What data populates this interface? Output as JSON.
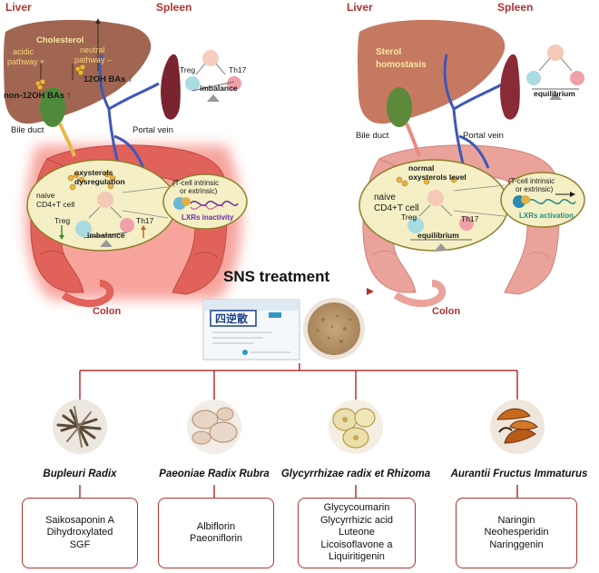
{
  "left_panel": {
    "liver_label": "Liver",
    "spleen_label": "Spleen",
    "cholesterol": "Cholesterol",
    "acidic_pathway_1": "acidic",
    "acidic_pathway_2": "pathway +",
    "neutral_pathway_1": "neutral",
    "neutral_pathway_2": "pathway –",
    "oh_bas": "12OH BAs ↓",
    "non_oh_bas": "non-12OH BAs ↑",
    "bile_duct": "Bile duct",
    "portal_vein": "Portal vein",
    "treg_top": "Treg",
    "th17_top": "Th17",
    "imbalance_top": "imbalance",
    "oxysterols_1": "oxysterols",
    "oxysterols_2": "dysregulation",
    "naive_1": "naive",
    "naive_2": "CD4+T cell",
    "treg_inner": "Treg",
    "th17_inner": "Th17",
    "imbalance_inner": "imbalance",
    "tcell_1": "(T-cell intrinsic",
    "tcell_2": "or extrinsic)",
    "lxrs": "LXRs inactivity",
    "colon_label": "Colon"
  },
  "right_panel": {
    "liver_label": "Liver",
    "spleen_label": "Spleen",
    "sterol_1": "Sterol",
    "sterol_2": "homostasis",
    "equilibrium_top": "equilibrium",
    "bile_duct": "Bile duct",
    "portal_vein": "Portal vein",
    "normal_1": "normal",
    "normal_2": "oxysterols level",
    "naive_1": "naive",
    "naive_2": "CD4+T cell",
    "treg_inner": "Treg",
    "th17_inner": "Th17",
    "equilibrium_inner": "equilibrium",
    "tcell_1": "(T-cell intrinsic",
    "tcell_2": "or extrinsic)",
    "lxrs": "LXRs activation",
    "colon_label": "Colon"
  },
  "treatment": {
    "title": "SNS treatment",
    "box_chars": "四逆散"
  },
  "herbs": [
    {
      "name": "Bupleuri Radix",
      "compounds": [
        "Saikosaponin A",
        "Dihydroxylated",
        "SGF"
      ]
    },
    {
      "name": "Paeoniae Radix Rubra",
      "compounds": [
        "Albiflorin",
        "Paeoniflorin"
      ]
    },
    {
      "name": "Glycyrrhizae radix et Rhizoma",
      "compounds": [
        "Glycycoumarin",
        "Glycyrrhizic acid",
        "Luteone",
        "Licoisoflavone a",
        "Liquiritigenin"
      ]
    },
    {
      "name": "Aurantii Fructus Immaturus",
      "compounds": [
        "Naringin",
        "Neohesperidin",
        "Naringgenin"
      ]
    }
  ],
  "colors": {
    "accent_red": "#b0342f",
    "liver_brown": "#9a5a45",
    "colon_red": "#e0625a",
    "colon_pink": "#e9a39a",
    "ellipse_fill": "#f4efc4",
    "ellipse_stroke": "#8f7e2e",
    "vein_blue": "#3d58b8",
    "lxr_purple": "#6a2e9e",
    "lxr_teal": "#1f8e86"
  }
}
